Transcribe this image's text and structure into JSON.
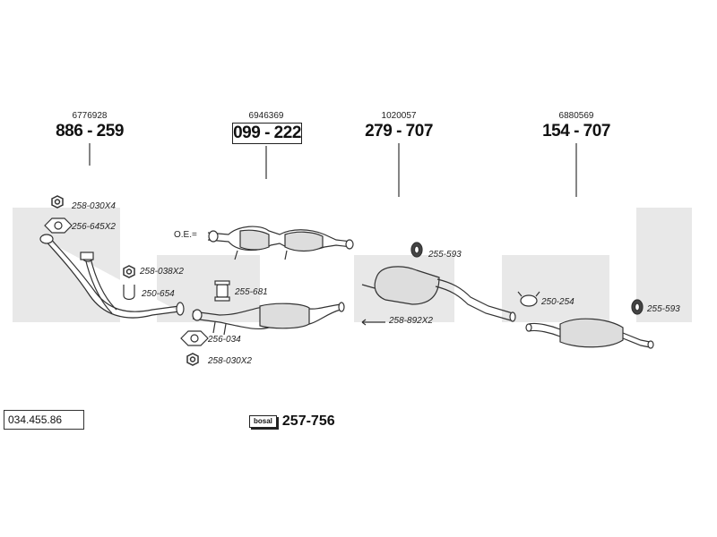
{
  "watermark": {
    "brand": "bosal",
    "color": "#e8e8e8"
  },
  "parts": [
    {
      "oe": "6776928",
      "code": "886 - 259",
      "boxed": false
    },
    {
      "oe": "6946369",
      "code": "099 - 222",
      "boxed": true
    },
    {
      "oe": "1020057",
      "code": "279 - 707",
      "boxed": false
    },
    {
      "oe": "6880569",
      "code": "154 - 707",
      "boxed": false
    }
  ],
  "oe_marker": "O.E.=",
  "callouts": {
    "c1": "258-030X4",
    "c2": "256-645X2",
    "c3": "258-038X2",
    "c4": "250-654",
    "c5": "255-681",
    "c6": "256-034",
    "c7": "258-030X2",
    "c8": "255-593",
    "c9": "258-892X2",
    "c10": "250-254",
    "c11": "255-593"
  },
  "catalog_number": "034.455.86",
  "kit": {
    "logo_text": "bosal",
    "number": "257-756"
  }
}
